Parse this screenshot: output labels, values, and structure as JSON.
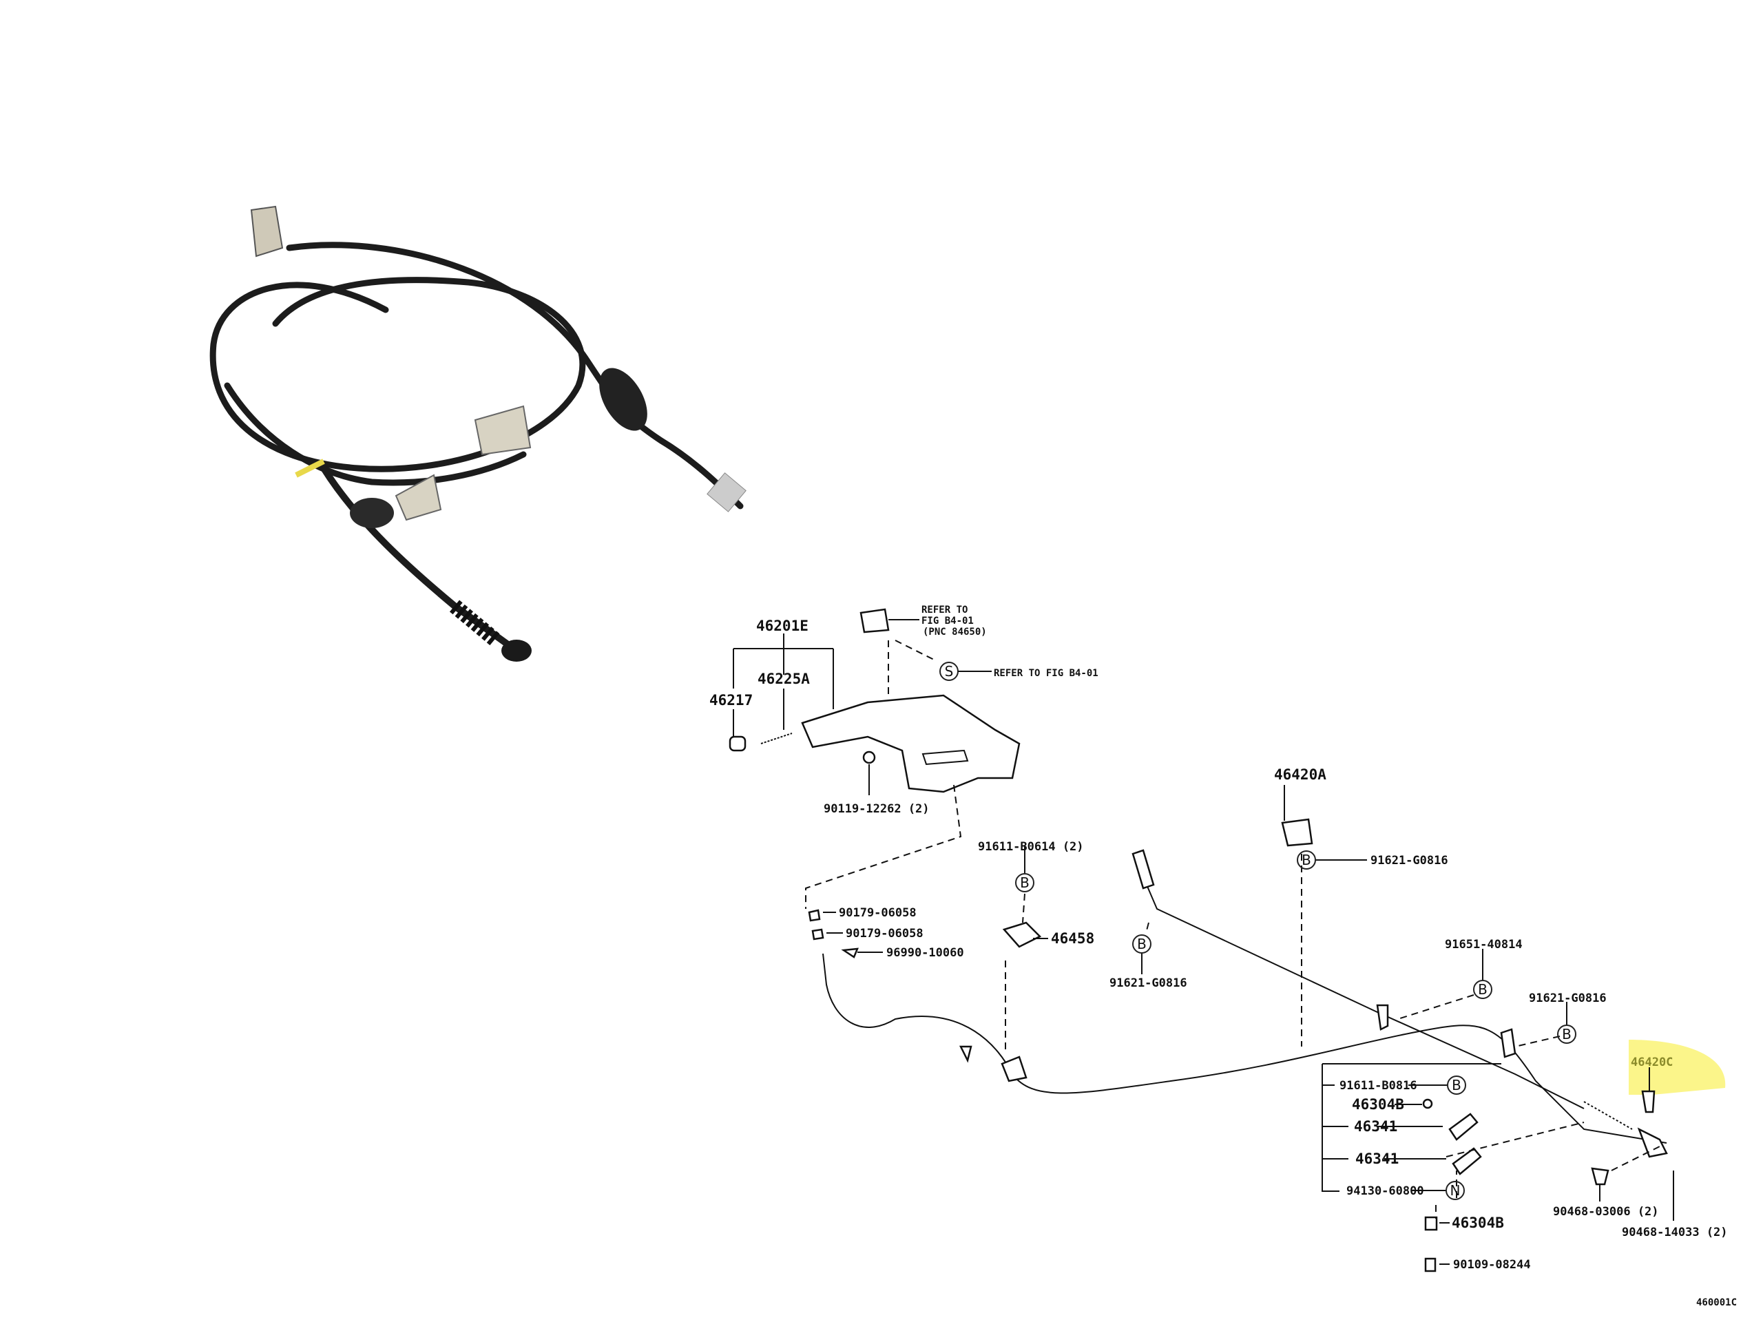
{
  "diagram": {
    "highlight_color": "#fbf58a",
    "figure_code": "460001C",
    "labels": {
      "p46201E": "46201E",
      "p46225A": "46225A",
      "p46217": "46217",
      "refer1_line1": "REFER TO",
      "refer1_line2": "FIG B4-01",
      "refer1_line3": "(PNC 84650)",
      "s_marker": "S",
      "refer2": "REFER TO FIG B4-01",
      "p90119": "90119-12262 (2)",
      "p91611_B0614": "91611-B0614 (2)",
      "b_marker": "B",
      "n_marker": "N",
      "p46458": "46458",
      "p90179a": "90179-06058",
      "p90179b": "90179-06058",
      "p96990": "96990-10060",
      "p46420A": "46420A",
      "p91621a": "91621-G0816",
      "p91621b": "91621-G0816",
      "p91651": "91651-40814",
      "p91621c": "91621-G0816",
      "p46420C": "46420C",
      "p91611_B0816": "91611-B0816",
      "p46304B_a": "46304B",
      "p46341_a": "46341",
      "p46341_b": "46341",
      "p94130": "94130-60800",
      "p46304B_b": "46304B",
      "p90109": "90109-08244",
      "p90468_03006": "90468-03006 (2)",
      "p90468_14033": "90468-14033 (2)"
    }
  }
}
